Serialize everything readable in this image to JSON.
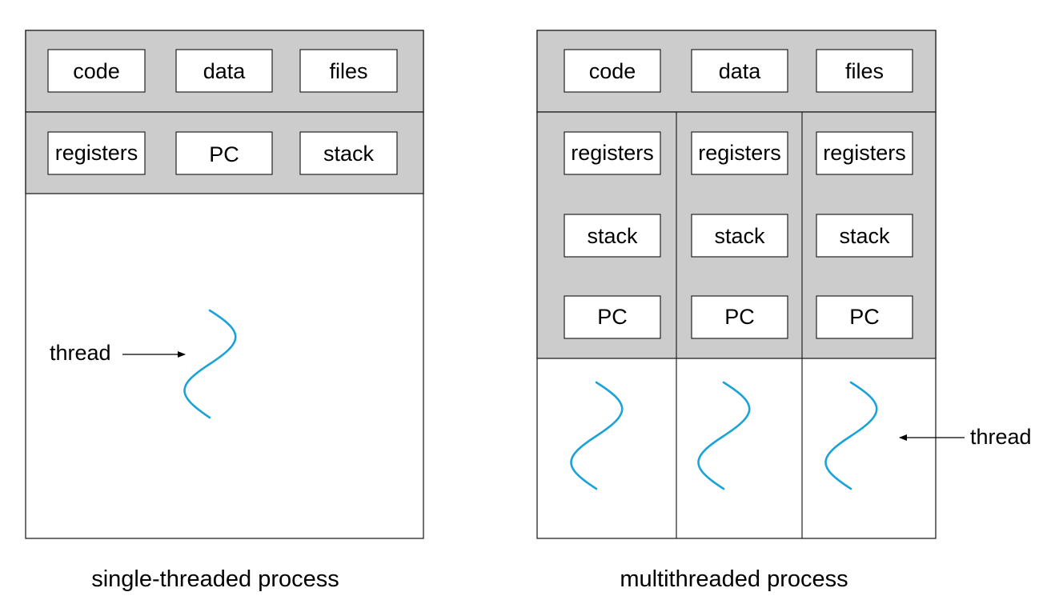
{
  "colors": {
    "shaded": "#cccccc",
    "background": "#ffffff",
    "border": "#222222",
    "thread": "#1aa3d9"
  },
  "single": {
    "caption": "single-threaded process",
    "shared": [
      "code",
      "data",
      "files"
    ],
    "per_thread": [
      "registers",
      "PC",
      "stack"
    ],
    "thread_label": "thread"
  },
  "multi": {
    "caption": "multithreaded process",
    "shared": [
      "code",
      "data",
      "files"
    ],
    "thread_columns": [
      [
        "registers",
        "stack",
        "PC"
      ],
      [
        "registers",
        "stack",
        "PC"
      ],
      [
        "registers",
        "stack",
        "PC"
      ]
    ],
    "thread_label": "thread"
  }
}
